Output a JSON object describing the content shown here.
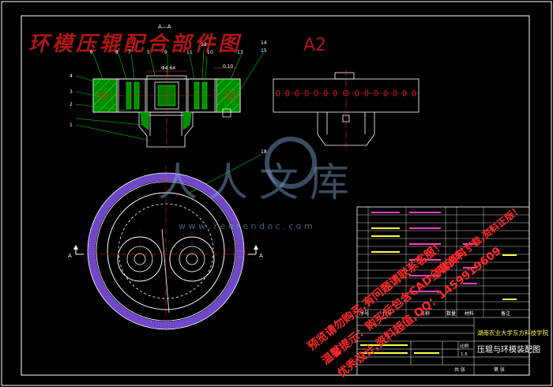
{
  "drawing": {
    "title_banner": "环模压辊配合部件图",
    "size_code": "A2",
    "section_label": "A—A",
    "view_marker": "A",
    "dimension_small": "0.10",
    "dimension_dia": "Φ4.64",
    "balloons": [
      "1",
      "2",
      "3",
      "4",
      "5",
      "6",
      "7",
      "8",
      "9",
      "10",
      "11",
      "12",
      "13",
      "14",
      "15",
      "18"
    ]
  },
  "watermark": {
    "brand": "人人文库",
    "site": "w w w . r e n r e n d o c . c o m",
    "promo_line_1": "预览请勿购买,有问题请联系客服！",
    "promo_line_2": "温馨提示：购买后包含CAD全套资料！",
    "promo_line_3": "优秀设计,资料超值,QQ：1459919609",
    "promo_line_4": "买后即可下载,资料正版！"
  },
  "title_block": {
    "school": "湖南农业大学东方科技学院",
    "drawing_name": "压辊与环模装配图",
    "scale_label": "比例",
    "scale_value": "1:5",
    "header_labels": [
      "序号",
      "代号",
      "名称",
      "数量",
      "材料",
      "备注"
    ],
    "bottom_labels": [
      "共 张",
      "第 张"
    ]
  },
  "colors": {
    "frame": "#ffffff",
    "outline": "#ffffff",
    "hatch_green": "#00c800",
    "center_red": "#ff2020",
    "dim_red": "#ff3030",
    "banner_red": "#b01515",
    "leader_green": "#00d000",
    "blue_ring": "#4050ff",
    "table_magenta": "#ff40c0",
    "table_yellow": "#ffff40",
    "watermark_red": "#ff2828",
    "watermark_blue": "#7fa8d8"
  }
}
